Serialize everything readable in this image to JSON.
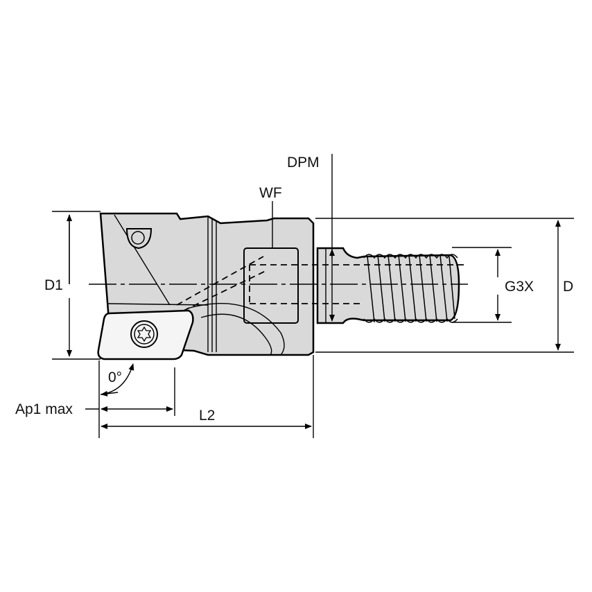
{
  "diagram": {
    "type": "technical-drawing",
    "subject": "indexable end mill with threaded (screw-on) shank",
    "colors": {
      "body_fill": "#d9d9d9",
      "insert_fill": "#f5f5f5",
      "line": "#000000",
      "background": "#ffffff"
    },
    "labels": {
      "d1": "D1",
      "dpm": "DPM",
      "wf": "WF",
      "g3x": "G3X",
      "d": "D",
      "angle": "0°",
      "ap1max": "Ap1 max",
      "l2": "L2"
    }
  }
}
